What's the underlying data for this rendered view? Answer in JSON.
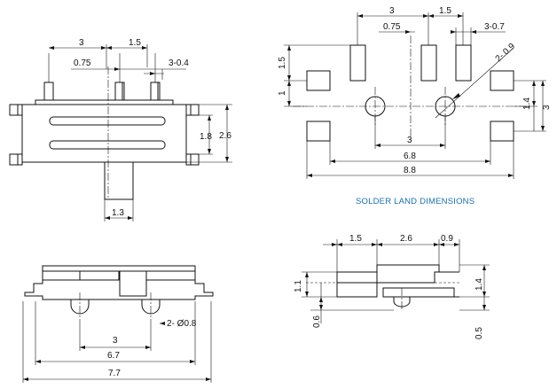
{
  "title": "SOLDER LAND DIMENSIONS",
  "front_view": {
    "pitch": "3",
    "spacing": "1.5",
    "offset": "0.75",
    "pin_width": "3-0.4",
    "height": "2.6",
    "body_height": "1.8",
    "actuator_width": "1.3"
  },
  "solder_land": {
    "pitch": "3",
    "spacing": "1.5",
    "offset": "0.75",
    "pad_width": "3-0.7",
    "pad_length": "1.5",
    "row_offset": "1",
    "hole_dia": "2- 0.9",
    "hole_pitch": "3",
    "inner_span": "6.8",
    "outer_span": "8.8",
    "mount_offset": "1.4",
    "mount_span": "3"
  },
  "bottom_view": {
    "boss_dia": "2- Ø0.8",
    "boss_pitch": "3",
    "body_length": "6.7",
    "overall_length": "7.7"
  },
  "side_view": {
    "d1": "1.5",
    "d2": "2.6",
    "d3": "0.9",
    "height": "1.1",
    "standoff": "0.6",
    "total_height": "1.4",
    "foot": "0.5"
  }
}
